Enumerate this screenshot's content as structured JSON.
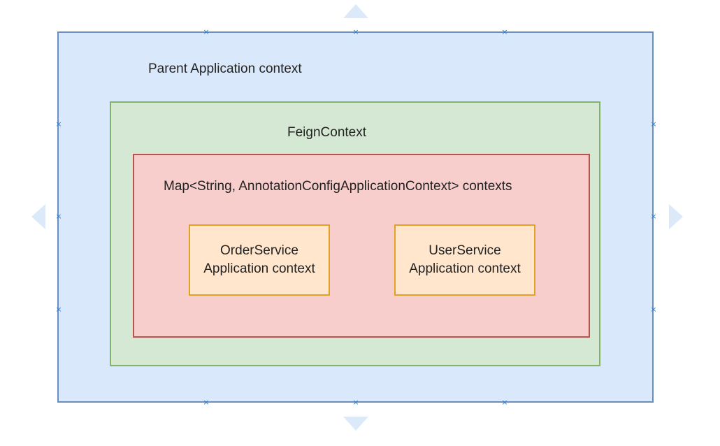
{
  "diagram": {
    "parent": {
      "label": "Parent Application context"
    },
    "feign": {
      "label": "FeignContext"
    },
    "map": {
      "label": "Map<String, AnnotationConfigApplicationContext> contexts"
    },
    "order_service": {
      "line1": "OrderService",
      "line2": "Application context"
    },
    "user_service": {
      "line1": "UserService",
      "line2": "Application context"
    }
  },
  "selection": {
    "handle_glyph": "×",
    "arrow_color": "#dbe9f8"
  },
  "colors": {
    "parent_fill": "#dae8fc",
    "parent_stroke": "#6c8ebf",
    "feign_fill": "#d5e8d4",
    "feign_stroke": "#82b366",
    "map_fill": "#f8cecc",
    "map_stroke": "#b85450",
    "service_fill": "#ffe6cc",
    "service_stroke": "#e0a326"
  }
}
